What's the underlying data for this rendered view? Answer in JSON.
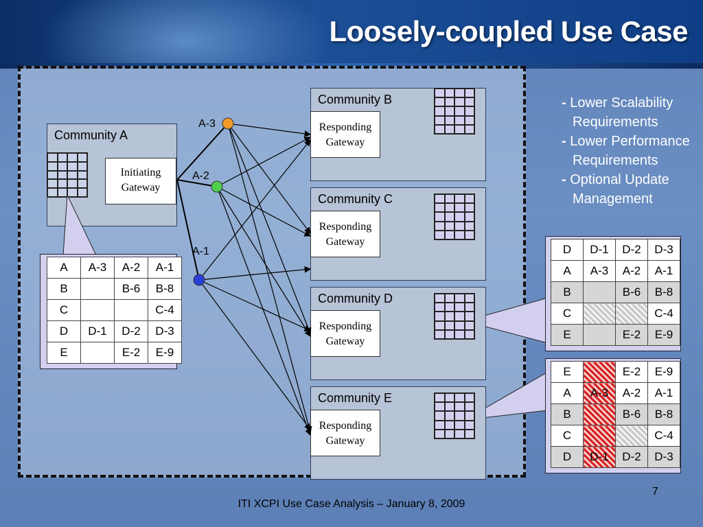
{
  "title": "Loosely-coupled Use Case",
  "community_a": {
    "label": "Community A",
    "gateway": [
      "Initiating",
      "Gateway"
    ]
  },
  "responders": [
    {
      "label": "Community B",
      "gateway": [
        "Responding",
        "Gateway"
      ]
    },
    {
      "label": "Community C",
      "gateway": [
        "Responding",
        "Gateway"
      ]
    },
    {
      "label": "Community D",
      "gateway": [
        "Responding",
        "Gateway"
      ]
    },
    {
      "label": "Community E",
      "gateway": [
        "Responding",
        "Gateway"
      ]
    }
  ],
  "nodes": [
    {
      "label": "A-3",
      "color": "#f29a2a"
    },
    {
      "label": "A-2",
      "color": "#4ed04e"
    },
    {
      "label": "A-1",
      "color": "#2a3fd6"
    }
  ],
  "table_a": [
    [
      "A",
      "A-3",
      "A-2",
      "A-1"
    ],
    [
      "B",
      "",
      "B-6",
      "B-8"
    ],
    [
      "C",
      "",
      "",
      "C-4"
    ],
    [
      "D",
      "D-1",
      "D-2",
      "D-3"
    ],
    [
      "E",
      "",
      "E-2",
      "E-9"
    ]
  ],
  "table_d": [
    [
      "D",
      "D-1",
      "D-2",
      "D-3"
    ],
    [
      "A",
      "A-3",
      "A-2",
      "A-1"
    ],
    [
      "B",
      "",
      "B-6",
      "B-8"
    ],
    [
      "C",
      "",
      "",
      "C-4"
    ],
    [
      "E",
      "",
      "E-2",
      "E-9"
    ]
  ],
  "table_e": [
    [
      "E",
      "",
      "E-2",
      "E-9"
    ],
    [
      "A",
      "A-3",
      "A-2",
      "A-1"
    ],
    [
      "B",
      "",
      "B-6",
      "B-8"
    ],
    [
      "C",
      "",
      "",
      "C-4"
    ],
    [
      "D",
      "D-1",
      "D-2",
      "D-3"
    ]
  ],
  "bullets": [
    {
      "dash": "-",
      "text": "Lower Scalability Requirements"
    },
    {
      "dash": "-",
      "text": "Lower Performance Requirements"
    },
    {
      "dash": "-",
      "text": "Optional Update Management"
    }
  ],
  "page_number": "7",
  "footer": "ITI XCPI Use Case Analysis – January 8, 2009"
}
